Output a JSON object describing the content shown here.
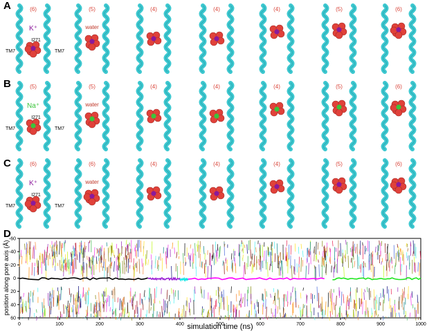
{
  "panels": {
    "A": {
      "letter": "A",
      "counts": [
        "(6)",
        "(5)",
        "(4)",
        "(4)",
        "(4)",
        "(5)",
        "(6)"
      ],
      "ion": "K⁺",
      "ion_color": "#8b1a9b",
      "water": "water",
      "residue": "I271",
      "helix_left": "TM7",
      "helix_right": "TM7"
    },
    "B": {
      "letter": "B",
      "counts": [
        "(5)",
        "(5)",
        "(4)",
        "(4)",
        "(4)",
        "(5)",
        "(6)"
      ],
      "ion": "Na⁺",
      "ion_color": "#3cc43c",
      "water": "water",
      "residue": "I271",
      "helix_left": "TM7",
      "helix_right": "TM7"
    },
    "C": {
      "letter": "C",
      "counts": [
        "(6)",
        "(6)",
        "(4)",
        "(4)",
        "(4)",
        "(5)",
        "(6)"
      ],
      "ion": "K⁺",
      "ion_color": "#8b1a9b",
      "water": "water",
      "residue": "I271",
      "helix_left": "TM7",
      "helix_right": "TM7"
    },
    "D": {
      "letter": "D"
    }
  },
  "colors": {
    "helix": "#3ec8d0",
    "water_oxygen": "#e0413a",
    "count_text": "#d9453a",
    "water_text": "#c0392b"
  },
  "chart_data": {
    "type": "line",
    "xlabel": "simulation time (ns)",
    "ylabel": "position along pore axis (Å)",
    "xlim": [
      0,
      1000
    ],
    "ylim": [
      60,
      -60
    ],
    "x_ticks": [
      "0",
      "100",
      "200",
      "300",
      "400",
      "500",
      "600",
      "700",
      "800",
      "900",
      "1000"
    ],
    "y_ticks": [
      "-60",
      "-40",
      "-20",
      "0",
      "20",
      "40",
      "60"
    ],
    "grid": false,
    "highlighted_traces": [
      {
        "color": "#000000",
        "x": [
          0,
          320
        ],
        "y": [
          1,
          1
        ]
      },
      {
        "color": "#9b1fd6",
        "x": [
          320,
          400
        ],
        "y": [
          1,
          1
        ]
      },
      {
        "color": "#19e6e6",
        "x": [
          400,
          420
        ],
        "y": [
          2,
          2
        ]
      },
      {
        "color": "#ff00ff",
        "x": [
          420,
          760
        ],
        "y": [
          1,
          1
        ]
      },
      {
        "color": "#1ee61e",
        "x": [
          780,
          1000
        ],
        "y": [
          1,
          1
        ]
      }
    ]
  }
}
